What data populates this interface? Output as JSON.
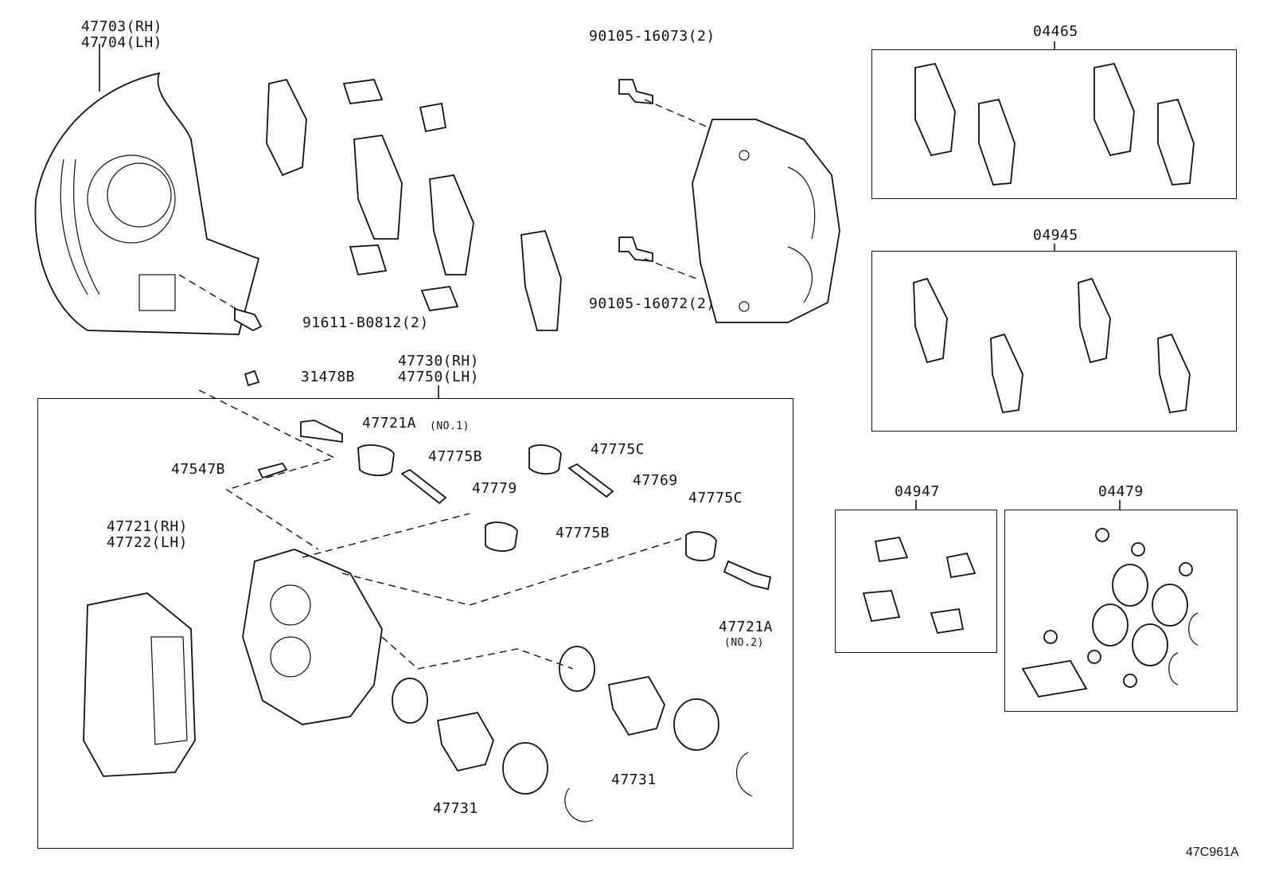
{
  "diagram_id": "47C961A",
  "parts": {
    "shield": {
      "line1": "47703(RH)",
      "line2": "47704(LH)"
    },
    "bolt_top": "90105-16073(2)",
    "bolt_mid": "90105-16072(2)",
    "shield_bolt": "91611-B0812(2)",
    "cap": "31478B",
    "caliper_assy": {
      "line1": "47730(RH)",
      "line2": "47750(LH)"
    },
    "bolt_no1": "47721A",
    "bolt_no1_note": "(NO.1)",
    "bleeder": "47547B",
    "boot_b1": "47775B",
    "pin_79": "47779",
    "boot_b2": "47775B",
    "boot_c1": "47775C",
    "pin_69": "47769",
    "boot_c2": "47775C",
    "bolt_no2": "47721A",
    "bolt_no2_note": "(NO.2)",
    "mounting": {
      "line1": "47721(RH)",
      "line2": "47722(LH)"
    },
    "piston_left": "47731",
    "piston_right": "47731"
  },
  "kits": {
    "pad_kit": "04465",
    "shim_kit": "04945",
    "fitting_kit": "04947",
    "cylinder_kit": "04479"
  }
}
